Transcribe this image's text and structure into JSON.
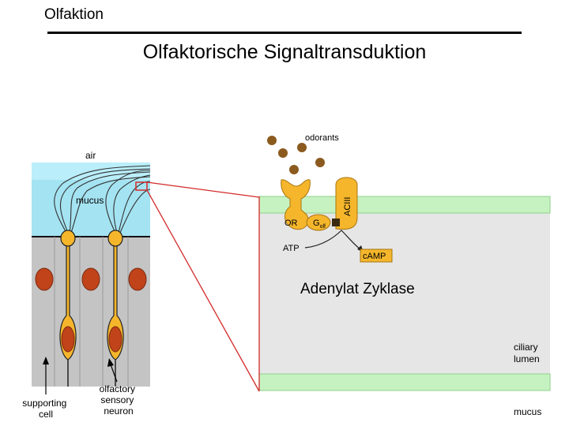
{
  "header": {
    "section": "Olfaktion",
    "title": "Olfaktorische Signaltransduktion"
  },
  "diagram": {
    "left_panel": {
      "air": "air",
      "mucus": "mucus",
      "supporting_cell": [
        "supporting",
        "cell"
      ],
      "sensory_neuron": [
        "olfactory",
        "sensory",
        "neuron"
      ]
    },
    "right_panel": {
      "odorants": "odorants",
      "or": "OR",
      "g": "G",
      "g_sub": "olf",
      "aciii": "ACIII",
      "atp": "ATP",
      "camp": "cAMP",
      "caption": "Adenylat Zyklase",
      "ciliary_lumen": [
        "ciliary",
        "lumen"
      ],
      "mucus": "mucus"
    },
    "colors": {
      "air": "#b9eefa",
      "membrane": "#c6f2c2",
      "lumen": "#e6e6e6",
      "tissue": "#c4c4c4",
      "protein": "#f5b62c",
      "nucleus": "#c0431a",
      "odorant": "#8b5a1e",
      "zoom_line": "#d42a2a"
    }
  }
}
